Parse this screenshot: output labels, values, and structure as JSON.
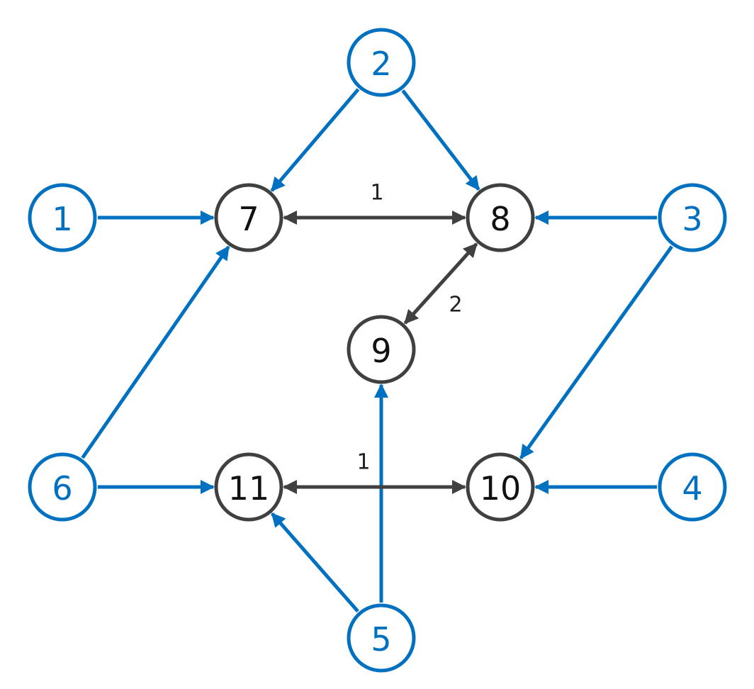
{
  "colors": {
    "blue": "#0070C0",
    "gray": "#404040",
    "background": "#FFFFFF"
  },
  "nodes": [
    {
      "id": "1",
      "label": "1",
      "group": "source"
    },
    {
      "id": "2",
      "label": "2",
      "group": "source"
    },
    {
      "id": "3",
      "label": "3",
      "group": "source"
    },
    {
      "id": "4",
      "label": "4",
      "group": "source"
    },
    {
      "id": "5",
      "label": "5",
      "group": "source"
    },
    {
      "id": "6",
      "label": "6",
      "group": "source"
    },
    {
      "id": "7",
      "label": "7",
      "group": "internal"
    },
    {
      "id": "8",
      "label": "8",
      "group": "internal"
    },
    {
      "id": "9",
      "label": "9",
      "group": "internal"
    },
    {
      "id": "10",
      "label": "10",
      "group": "internal"
    },
    {
      "id": "11",
      "label": "11",
      "group": "internal"
    }
  ],
  "edges": [
    {
      "from": "1",
      "to": "7",
      "kind": "directed"
    },
    {
      "from": "2",
      "to": "7",
      "kind": "directed"
    },
    {
      "from": "2",
      "to": "8",
      "kind": "directed"
    },
    {
      "from": "3",
      "to": "8",
      "kind": "directed"
    },
    {
      "from": "3",
      "to": "10",
      "kind": "directed"
    },
    {
      "from": "4",
      "to": "10",
      "kind": "directed"
    },
    {
      "from": "5",
      "to": "9",
      "kind": "directed"
    },
    {
      "from": "5",
      "to": "11",
      "kind": "directed"
    },
    {
      "from": "6",
      "to": "7",
      "kind": "directed"
    },
    {
      "from": "6",
      "to": "11",
      "kind": "directed"
    },
    {
      "from": "7",
      "to": "8",
      "kind": "bidirectional",
      "label": "1"
    },
    {
      "from": "8",
      "to": "9",
      "kind": "bidirectional",
      "label": "2"
    },
    {
      "from": "11",
      "to": "10",
      "kind": "bidirectional",
      "label": "1"
    }
  ]
}
